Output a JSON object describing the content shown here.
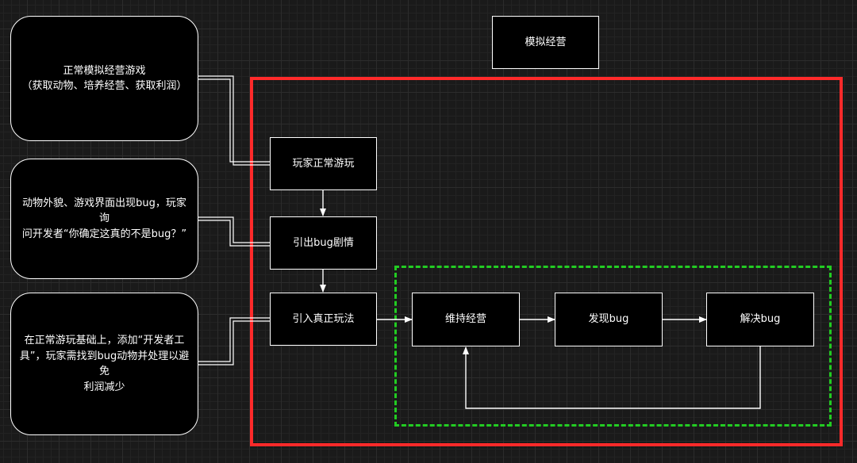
{
  "title_box": {
    "label": "模拟经营"
  },
  "notes": {
    "normal": {
      "line1": "正常模拟经营游戏",
      "line2": "（获取动物、培养经营、获取利润）"
    },
    "bug_event": {
      "line1": "动物外貌、游戏界面出现bug，玩家询",
      "line2": "问开发者“你确定这真的不是bug？”"
    },
    "real_play": {
      "line1": "在正常游玩基础上，添加“开发者工",
      "line2": "具”，玩家需找到bug动物并处理以避免",
      "line3": "利润减少"
    }
  },
  "flow": {
    "step1": "玩家正常游玩",
    "step2": "引出bug剧情",
    "step3": "引入真正玩法"
  },
  "loop": {
    "maintain": "维持经营",
    "find_bug": "发现bug",
    "fix_bug": "解决bug"
  },
  "colors": {
    "background": "#1a1a1a",
    "node_fill": "#000000",
    "stroke": "#ffffff",
    "highlight_frame": "#ff2a2a",
    "loop_frame": "#22cc22"
  }
}
